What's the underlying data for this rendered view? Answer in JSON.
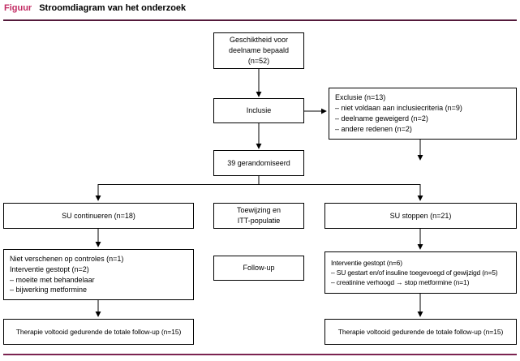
{
  "header": {
    "figure_label": "Figuur",
    "title": "Stroomdiagram van het onderzoek"
  },
  "colors": {
    "figure_label": "#c22a62",
    "rule_top": "#53193a",
    "rule_bottom": "#7b2350",
    "box_border": "#000000",
    "connector": "#000000"
  },
  "boxes": {
    "eligibility": {
      "lines": [
        "Geschiktheid voor",
        "deelname bepaald",
        "(n=52)"
      ]
    },
    "inclusie": {
      "label": "Inclusie"
    },
    "exclusie": {
      "lines": [
        "Exclusie (n=13)",
        "– niet voldaan aan inclusiecriteria (n=9)",
        "– deelname geweigerd (n=2)",
        "– andere redenen (n=2)"
      ]
    },
    "randomized": {
      "label": "39 gerandomiseerd"
    },
    "su_continueren": {
      "label": "SU continueren (n=18)"
    },
    "toewijzing": {
      "lines": [
        "Toewijzing en",
        "ITT-populatie"
      ]
    },
    "su_stoppen": {
      "label": "SU stoppen (n=21)"
    },
    "left_dropout": {
      "lines": [
        "Niet verschenen op controles (n=1)",
        "Interventie gestopt (n=2)",
        "– moeite met behandelaar",
        "– bijwerking metformine"
      ]
    },
    "followup": {
      "label": "Follow-up"
    },
    "right_dropout": {
      "lines": [
        "Interventie gestopt (n=6)",
        "– SU gestart en/of insuline toegevoegd of gewijzigd (n=5)",
        "– creatinine verhoogd → stop metformine (n=1)"
      ]
    },
    "left_complete": {
      "label": "Therapie voltooid gedurende de totale follow-up (n=15)"
    },
    "right_complete": {
      "label": "Therapie voltooid gedurende de totale follow-up (n=15)"
    }
  }
}
